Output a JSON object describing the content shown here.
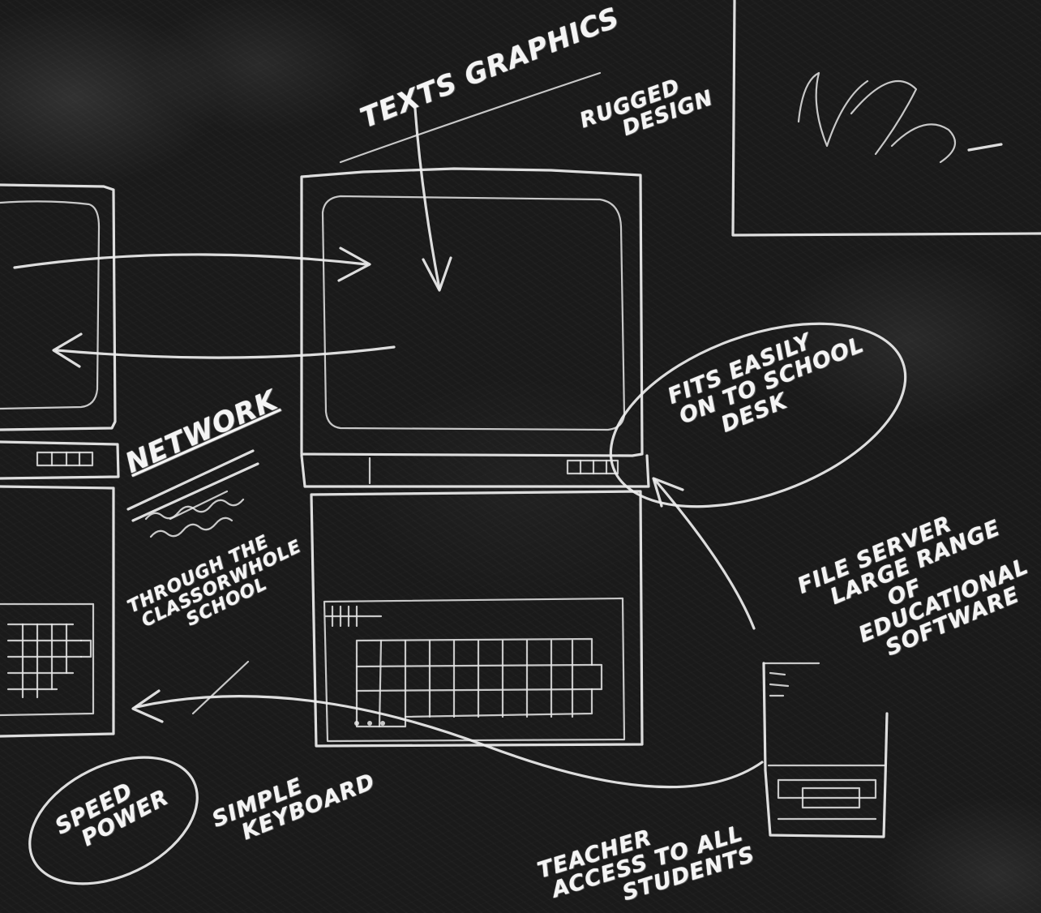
{
  "labels": {
    "texts_graphics": "TEXTS GRAPHICS",
    "rugged_line1": "RUGGED",
    "rugged_line2": "DESIGN",
    "network": "NETWORK",
    "through_line1": "THROUGH THE",
    "through_line2": "CLASSORWHOLE",
    "through_line3": "SCHOOL",
    "fits_line1": "FITS EASILY",
    "fits_line2": "ON TO SCHOOL",
    "fits_line3": "DESK",
    "file_line1": "FILE SERVER",
    "file_line2": "LARGE RANGE",
    "file_line3": "OF",
    "file_line4": "EDUCATIONAL",
    "file_line5": "SOFTWARE",
    "speed_line1": "SPEED",
    "speed_line2": "POWER",
    "simple_line1": "SIMPLE",
    "simple_line2": "KEYBOARD",
    "teacher_line1": "TEACHER",
    "teacher_line2": "ACCESS TO ALL",
    "teacher_line3": "STUDENTS"
  },
  "colors": {
    "board": "#1a1a1a",
    "chalk": "#eeeeee"
  }
}
